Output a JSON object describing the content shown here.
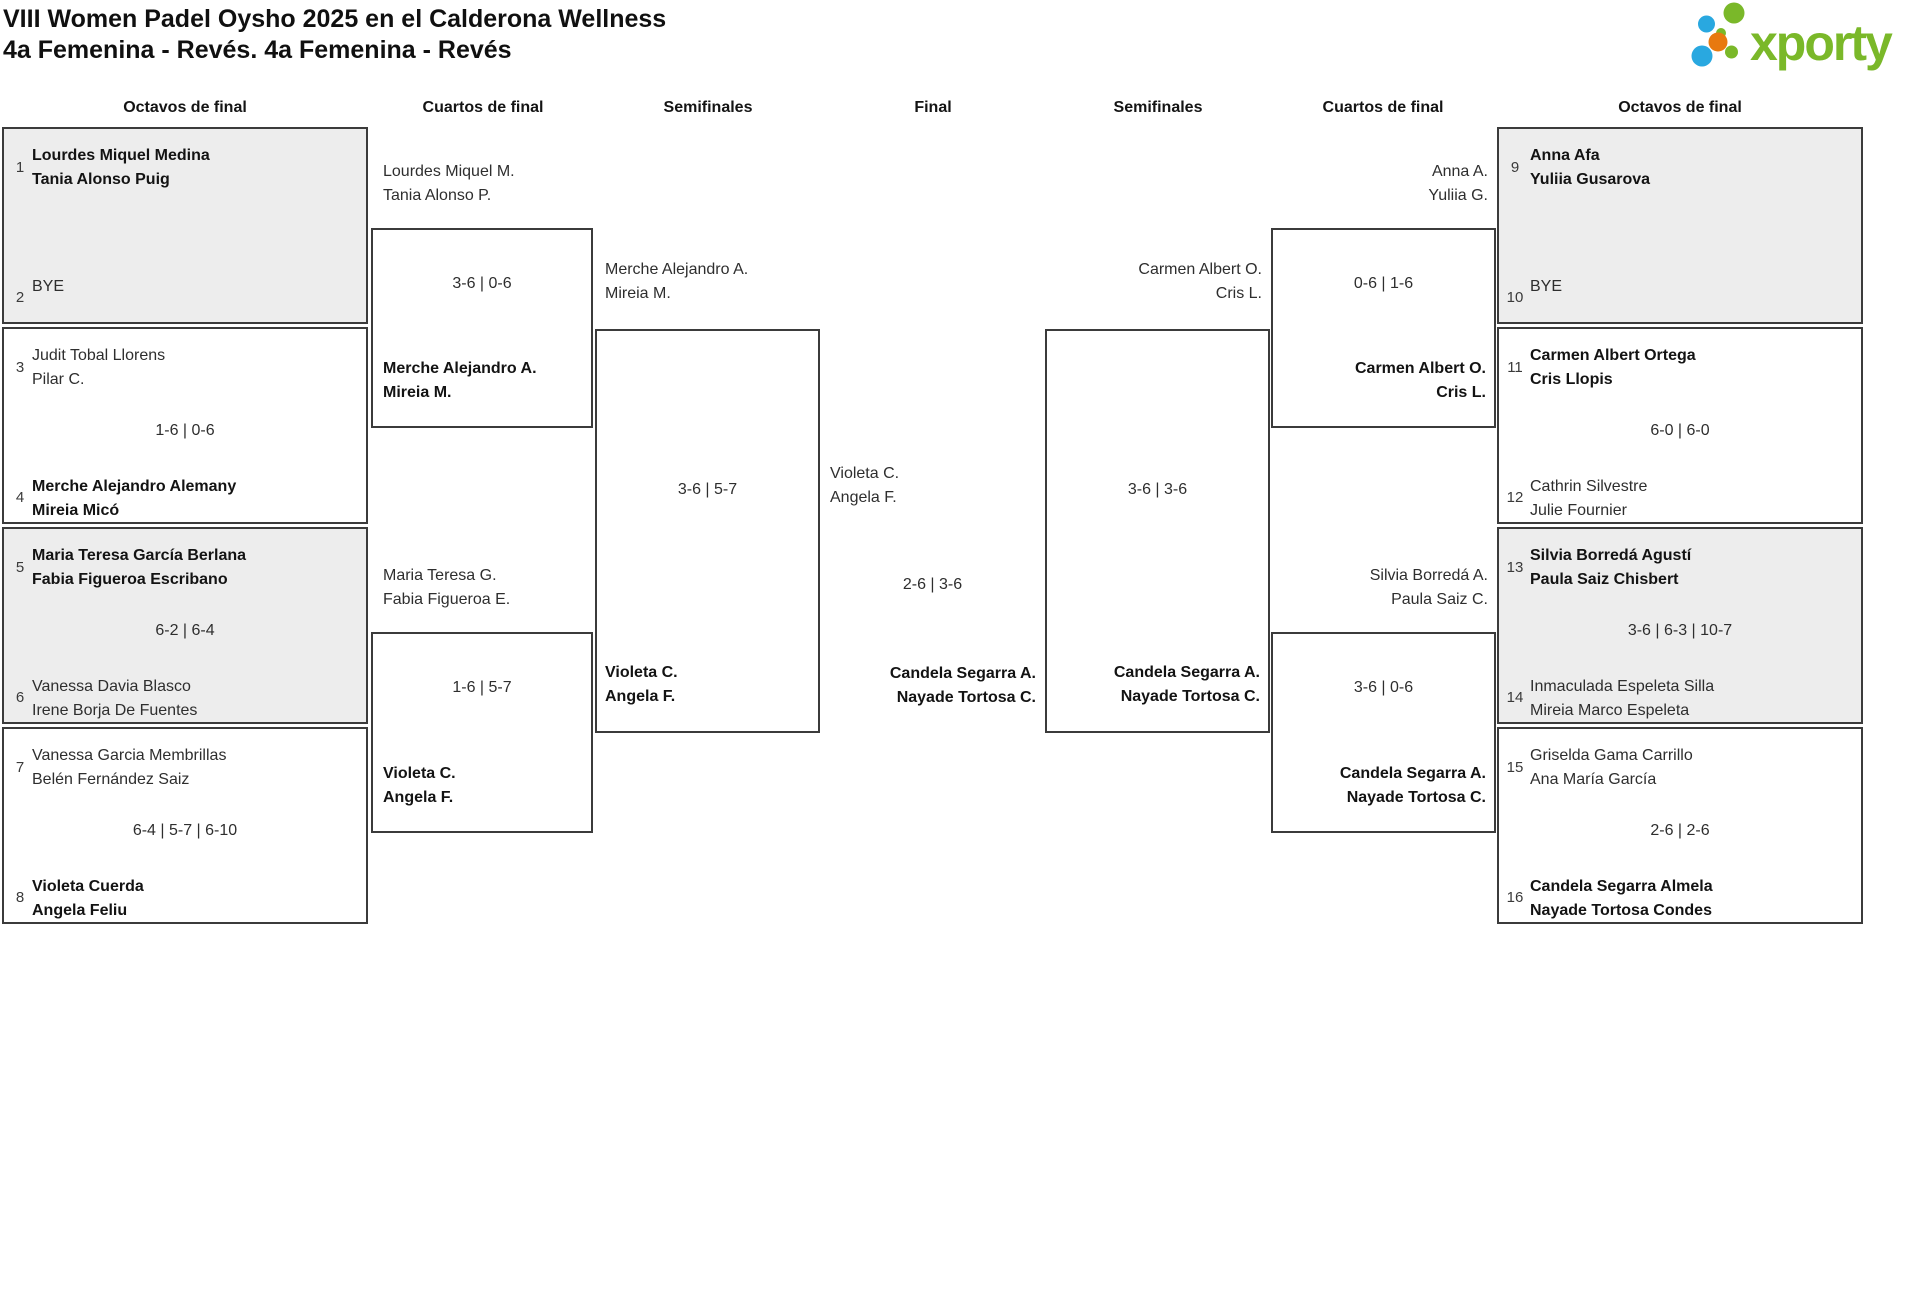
{
  "header": {
    "title_line1": "VIII Women Padel Oysho 2025 en el Calderona Wellness",
    "title_line2": "4a Femenina - Revés. 4a Femenina - Revés",
    "logo_text": "xporty"
  },
  "colors": {
    "logo_green": "#7ab829",
    "logo_blue": "#29a8e0",
    "logo_orange": "#e8790f",
    "box_fill_gray": "#ededed",
    "bracket_border": "#3b3b3b"
  },
  "round_headers": [
    "Octavos de final",
    "Cuartos de final",
    "Semifinales",
    "Final",
    "Semifinales",
    "Cuartos de final",
    "Octavos de final"
  ],
  "bracket": {
    "r16_left": [
      {
        "seed_top": "1",
        "top_line1": "Lourdes Miquel Medina",
        "top_line2": "Tania Alonso Puig",
        "top_bold": true,
        "score": "",
        "seed_bottom": "2",
        "bottom_line1": "BYE",
        "bottom_line2": "",
        "bottom_bold": false
      },
      {
        "seed_top": "3",
        "top_line1": "Judit Tobal Llorens",
        "top_line2": "Pilar C.",
        "top_bold": false,
        "score": "1-6 | 0-6",
        "seed_bottom": "4",
        "bottom_line1": "Merche Alejandro Alemany",
        "bottom_line2": "Mireia Micó",
        "bottom_bold": true
      },
      {
        "seed_top": "5",
        "top_line1": "Maria Teresa García Berlana",
        "top_line2": "Fabia Figueroa Escribano",
        "top_bold": true,
        "score": "6-2 | 6-4",
        "seed_bottom": "6",
        "bottom_line1": "Vanessa Davia Blasco",
        "bottom_line2": "Irene Borja De Fuentes",
        "bottom_bold": false
      },
      {
        "seed_top": "7",
        "top_line1": "Vanessa Garcia Membrillas",
        "top_line2": "Belén Fernández Saiz",
        "top_bold": false,
        "score": "6-4 | 5-7 | 6-10",
        "seed_bottom": "8",
        "bottom_line1": "Violeta Cuerda",
        "bottom_line2": "Angela Feliu",
        "bottom_bold": true
      }
    ],
    "r16_right": [
      {
        "seed_top": "9",
        "top_line1": "Anna Afa",
        "top_line2": "Yuliia Gusarova",
        "top_bold": true,
        "score": "",
        "seed_bottom": "10",
        "bottom_line1": "BYE",
        "bottom_line2": "",
        "bottom_bold": false
      },
      {
        "seed_top": "11",
        "top_line1": "Carmen Albert Ortega",
        "top_line2": "Cris Llopis",
        "top_bold": true,
        "score": "6-0 | 6-0",
        "seed_bottom": "12",
        "bottom_line1": "Cathrin Silvestre",
        "bottom_line2": "Julie Fournier",
        "bottom_bold": false
      },
      {
        "seed_top": "13",
        "top_line1": "Silvia Borredá Agustí",
        "top_line2": "Paula Saiz Chisbert",
        "top_bold": true,
        "score": "3-6 | 6-3 | 10-7",
        "seed_bottom": "14",
        "bottom_line1": "Inmaculada Espeleta Silla",
        "bottom_line2": "Mireia Marco Espeleta",
        "bottom_bold": false
      },
      {
        "seed_top": "15",
        "top_line1": "Griselda Gama Carrillo",
        "top_line2": "Ana María García",
        "top_bold": false,
        "score": "2-6 | 2-6",
        "seed_bottom": "16",
        "bottom_line1": "Candela Segarra Almela",
        "bottom_line2": "Nayade Tortosa Condes",
        "bottom_bold": true
      }
    ],
    "qf_left": [
      {
        "top_line1": "Lourdes Miquel M.",
        "top_line2": "Tania Alonso P.",
        "top_bold": false,
        "score": "3-6 | 0-6",
        "bottom_line1": "Merche Alejandro A.",
        "bottom_line2": "Mireia M.",
        "bottom_bold": true
      },
      {
        "top_line1": "Maria Teresa G.",
        "top_line2": "Fabia Figueroa E.",
        "top_bold": false,
        "score": "1-6 | 5-7",
        "bottom_line1": "Violeta C.",
        "bottom_line2": "Angela F.",
        "bottom_bold": true
      }
    ],
    "qf_right": [
      {
        "top_line1": "Anna A.",
        "top_line2": "Yuliia G.",
        "top_bold": false,
        "score": "0-6 | 1-6",
        "bottom_line1": "Carmen Albert O.",
        "bottom_line2": "Cris L.",
        "bottom_bold": true
      },
      {
        "top_line1": "Silvia Borredá A.",
        "top_line2": "Paula Saiz C.",
        "top_bold": false,
        "score": "3-6 | 0-6",
        "bottom_line1": "Candela Segarra A.",
        "bottom_line2": "Nayade Tortosa C.",
        "bottom_bold": true
      }
    ],
    "sf_left": {
      "top_line1": "Merche Alejandro A.",
      "top_line2": "Mireia M.",
      "top_bold": false,
      "score": "3-6 | 5-7",
      "bottom_line1": "Violeta C.",
      "bottom_line2": "Angela F.",
      "bottom_bold": true
    },
    "sf_right": {
      "top_line1": "Carmen Albert O.",
      "top_line2": "Cris L.",
      "top_bold": false,
      "score": "3-6 | 3-6",
      "bottom_line1": "Candela Segarra A.",
      "bottom_line2": "Nayade Tortosa C.",
      "bottom_bold": true
    },
    "final": {
      "top_line1": "Violeta C.",
      "top_line2": "Angela F.",
      "top_bold": false,
      "score": "2-6 | 3-6",
      "bottom_line1": "Candela Segarra A.",
      "bottom_line2": "Nayade Tortosa C.",
      "bottom_bold": true
    }
  }
}
